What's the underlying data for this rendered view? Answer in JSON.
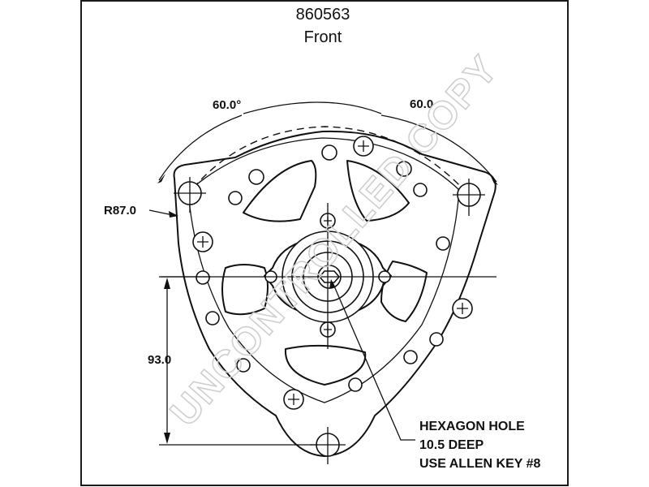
{
  "header": {
    "part_number": "860563",
    "view": "Front"
  },
  "dimensions": {
    "angle_left": "60.0°",
    "angle_right": "60.0",
    "radius": "R87.0",
    "height": "93.0"
  },
  "callout": {
    "line1": "HEXAGON HOLE",
    "line2": "10.5 DEEP",
    "line3": "USE ALLEN KEY #8"
  },
  "watermark": "UNCONTROLLED COPY",
  "colors": {
    "ink": "#111111",
    "watermark": "#cfcfcf",
    "background": "#ffffff"
  }
}
